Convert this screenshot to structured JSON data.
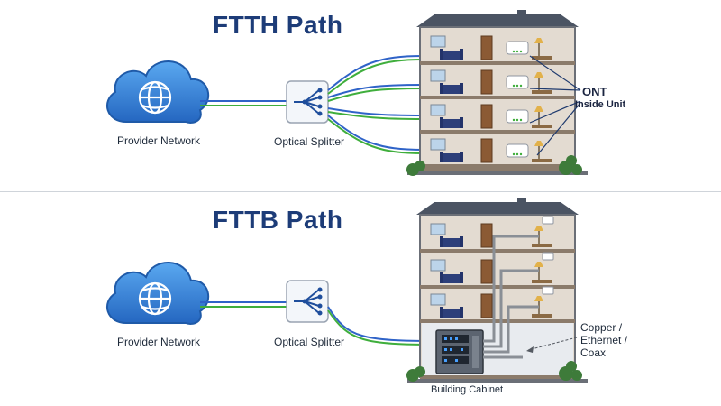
{
  "ftth": {
    "title": "FTTH Path",
    "provider_label": "Provider Network",
    "splitter_label": "Optical Splitter",
    "ont_label": "ONT",
    "ont_sublabel": "Inside Unit"
  },
  "fttb": {
    "title": "FTTB Path",
    "provider_label": "Provider Network",
    "splitter_label": "Optical Splitter",
    "cabinet_label": "Building Cabinet",
    "copper_label_lines": [
      "Copper /",
      "Ethernet /",
      "Coax"
    ]
  },
  "colors": {
    "title": "#1d3c78",
    "fiber_blue": "#2f63c8",
    "fiber_green": "#3fae3c",
    "copper_gray": "#8a8f96",
    "cloud": "#2f7fd6",
    "building_wall": "#d9cfc4",
    "roof": "#4b5463"
  }
}
